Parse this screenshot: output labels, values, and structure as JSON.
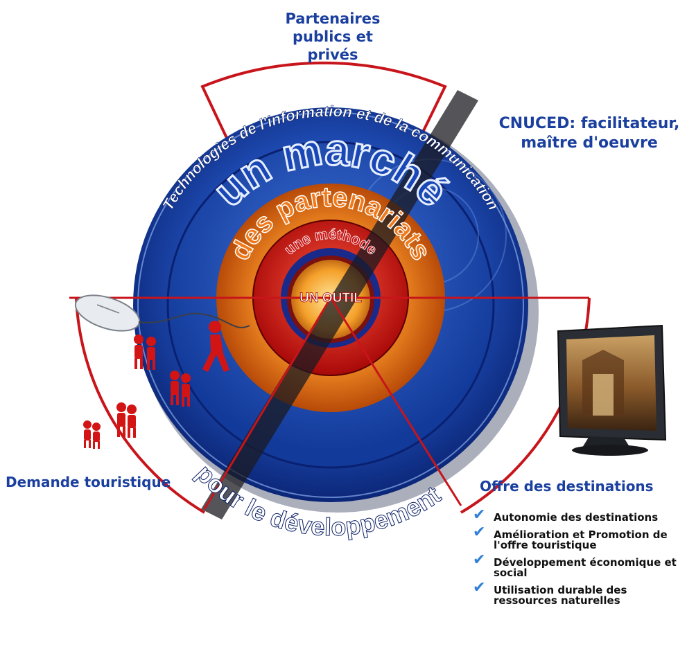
{
  "labels": {
    "partners": [
      "Partenaires",
      "publics et",
      "privés"
    ],
    "cnuced": [
      "CNUCED: facilitateur,",
      "maître d'oeuvre"
    ],
    "demand": "Demande touristique",
    "offer": "Offre des destinations"
  },
  "rings": {
    "ict": "Technologies de l'information et de la communication",
    "market": "un marché",
    "partnerships": "des partenariats",
    "method": "une méthode",
    "tool": "UN OUTIL",
    "development": "pour le développement"
  },
  "benefits": [
    "Autonomie des destinations",
    "Amélioration et Promotion de l'offre touristique",
    "Développement économique et social",
    "Utilisation durable des ressources naturelles"
  ],
  "icons": {
    "check": "✔",
    "people": "🚶"
  },
  "colors": {
    "blue_dark": "#0b2a8c",
    "blue_light": "#4a82e0",
    "red": "#d21414",
    "orange": "#f07a1a",
    "label_blue": "#1a3f9e"
  }
}
